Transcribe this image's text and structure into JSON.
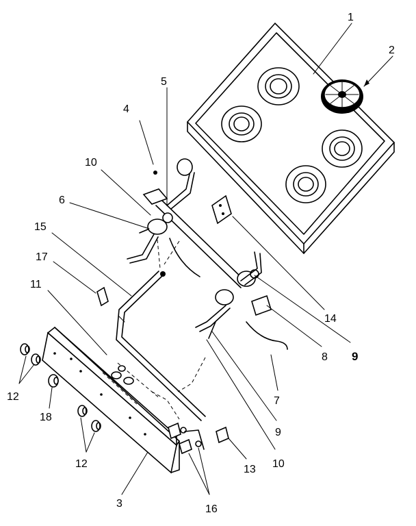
{
  "callouts": {
    "c1": "1",
    "c2": "2",
    "c3": "3",
    "c4": "4",
    "c5": "5",
    "c6": "6",
    "c7": "7",
    "c8": "8",
    "c9a": "9",
    "c9b": "9",
    "c10a": "10",
    "c10b": "10",
    "c11": "11",
    "c12a": "12",
    "c12b": "12",
    "c13": "13",
    "c14": "14",
    "c15": "15",
    "c16": "16",
    "c17": "17",
    "c18": "18"
  }
}
